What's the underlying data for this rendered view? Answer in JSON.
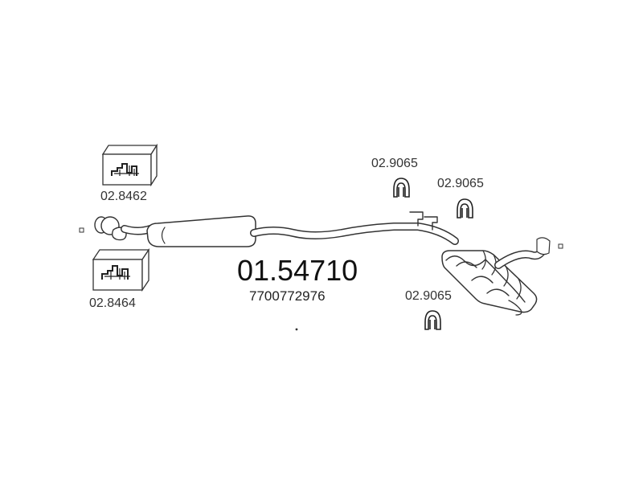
{
  "diagram": {
    "part_number": "01.54710",
    "oem_number": "7700772976",
    "parts": [
      {
        "id": "clamp-top-left",
        "code": "02.8462",
        "icon": "clamp-box-icon"
      },
      {
        "id": "clamp-bottom-left",
        "code": "02.8464",
        "icon": "clamp-box-icon"
      },
      {
        "id": "hanger-1",
        "code": "02.9065",
        "icon": "rubber-hanger-icon"
      },
      {
        "id": "hanger-2",
        "code": "02.9065",
        "icon": "rubber-hanger-icon"
      },
      {
        "id": "hanger-3",
        "code": "02.9065",
        "icon": "rubber-hanger-icon"
      }
    ],
    "colors": {
      "line": "#333333",
      "text": "#333333",
      "background": "#ffffff"
    }
  }
}
